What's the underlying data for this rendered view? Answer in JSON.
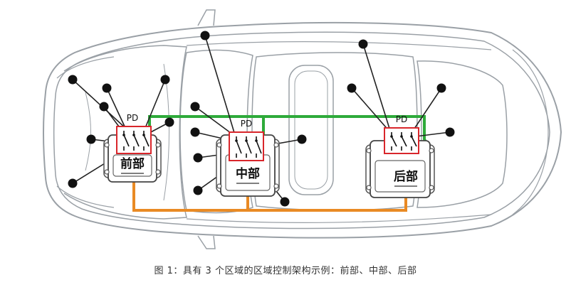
{
  "diagram": {
    "pd_label": "PD",
    "zones": [
      {
        "id": "front",
        "label": "前部"
      },
      {
        "id": "middle",
        "label": "中部"
      },
      {
        "id": "rear",
        "label": "后部"
      }
    ],
    "colors": {
      "outline": "#9aa0a6",
      "power_bus": "#2eaa3a",
      "data_bus": "#e98a24",
      "pd_border": "#d9262b",
      "node": "#111111"
    }
  },
  "caption": "图 1：具有 3 个区域的区域控制架构示例：前部、中部、后部"
}
